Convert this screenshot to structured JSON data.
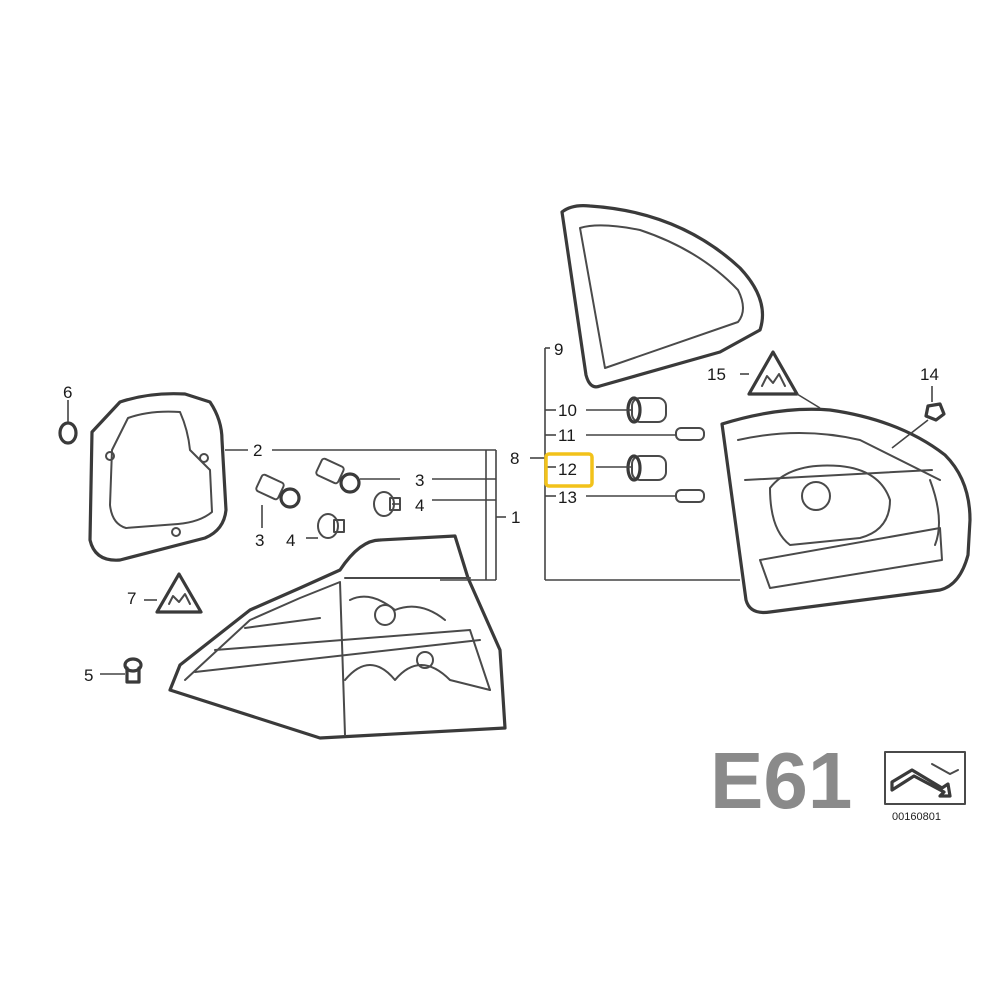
{
  "callouts": {
    "c1": "1",
    "c2": "2",
    "c3a": "3",
    "c3b": "3",
    "c4a": "4",
    "c4b": "4",
    "c5": "5",
    "c6": "6",
    "c7": "7",
    "c8": "8",
    "c9": "9",
    "c10": "10",
    "c11": "11",
    "c12": "12",
    "c13": "13",
    "c14": "14",
    "c15": "15"
  },
  "highlighted_part": "12",
  "highlight_color": "#f2c21a",
  "model_label": "E61",
  "diagram_ref": "00160801",
  "icons": [
    "warning-triangle-icon",
    "orientation-icon"
  ]
}
